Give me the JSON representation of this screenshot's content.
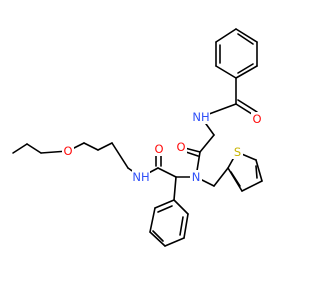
{
  "colors": {
    "bond": "#000000",
    "oxygen": "#ff0d0d",
    "nitrogen": "#2f50f8",
    "sulfur": "#c8b400",
    "background": "#ffffff"
  },
  "atoms": {
    "o_ether": {
      "symbol": "O",
      "element": "oxygen"
    },
    "nh_left": {
      "symbol": "NH",
      "element": "nitrogen"
    },
    "o_amide_left": {
      "symbol": "O",
      "element": "oxygen"
    },
    "n_tertiary": {
      "symbol": "N",
      "element": "nitrogen"
    },
    "o_amide_mid": {
      "symbol": "O",
      "element": "oxygen"
    },
    "nh_top": {
      "symbol": "NH",
      "element": "nitrogen"
    },
    "o_benzoyl": {
      "symbol": "O",
      "element": "oxygen"
    },
    "s_thiophene": {
      "symbol": "S",
      "element": "sulfur"
    }
  }
}
